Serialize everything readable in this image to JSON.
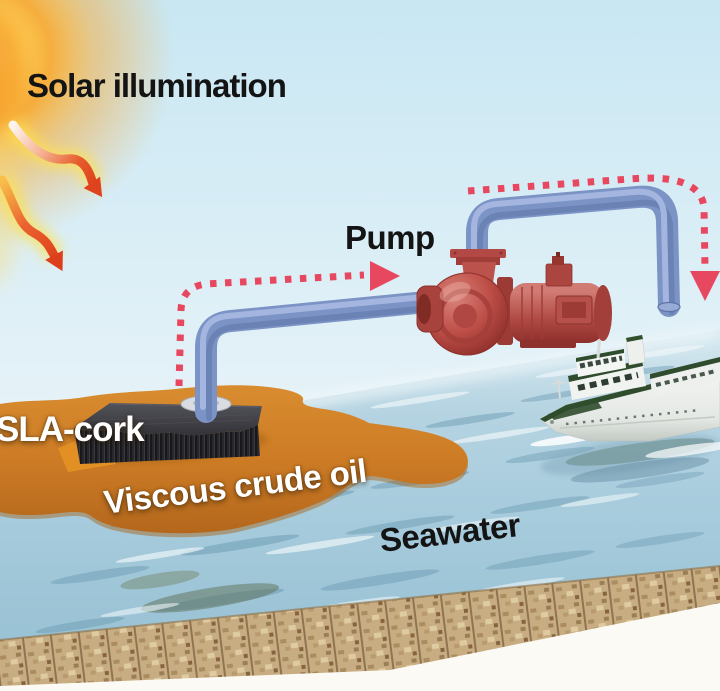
{
  "labels": {
    "solar_illumination": "Solar illumination",
    "pump": "Pump",
    "sla_cork": "SLA-cork",
    "viscous_crude_oil": "Viscous crude oil",
    "seawater": "Seawater"
  },
  "graphics": {
    "sun": "sun-glow-icon",
    "solar_arrows": "solar-radiation-arrows",
    "oil_slick": "viscous-crude-oil-slick",
    "cork_block": "sla-cork-absorber-block",
    "pipe": "oil-recovery-pipe",
    "pump": "centrifugal-pump-icon",
    "ship": "research-vessel-icon",
    "sea": "seawater-surface",
    "seabed": "cork-board-edge",
    "flow_arrows": "pumping-flow-dotted-arrows"
  },
  "palette": {
    "sky_blue": "#c8e7f3",
    "sun_orange": "#f7a833",
    "sun_yellow": "#ffd95e",
    "solar_arrow_red": "#df431d",
    "sea_blue": "#a6cbdc",
    "oil_orange": "#cd7c25",
    "cork_dark": "#28282c",
    "pipe_blue": "#7b93c5",
    "pump_red": "#bf5048",
    "flow_arrow_pink": "#e8485f",
    "ship_deck_green": "#2f4c2c",
    "seabed_tan": "#c9ad82",
    "page_cream": "#fcfaf4",
    "label_black": "#141414",
    "label_white": "#ffffff"
  }
}
